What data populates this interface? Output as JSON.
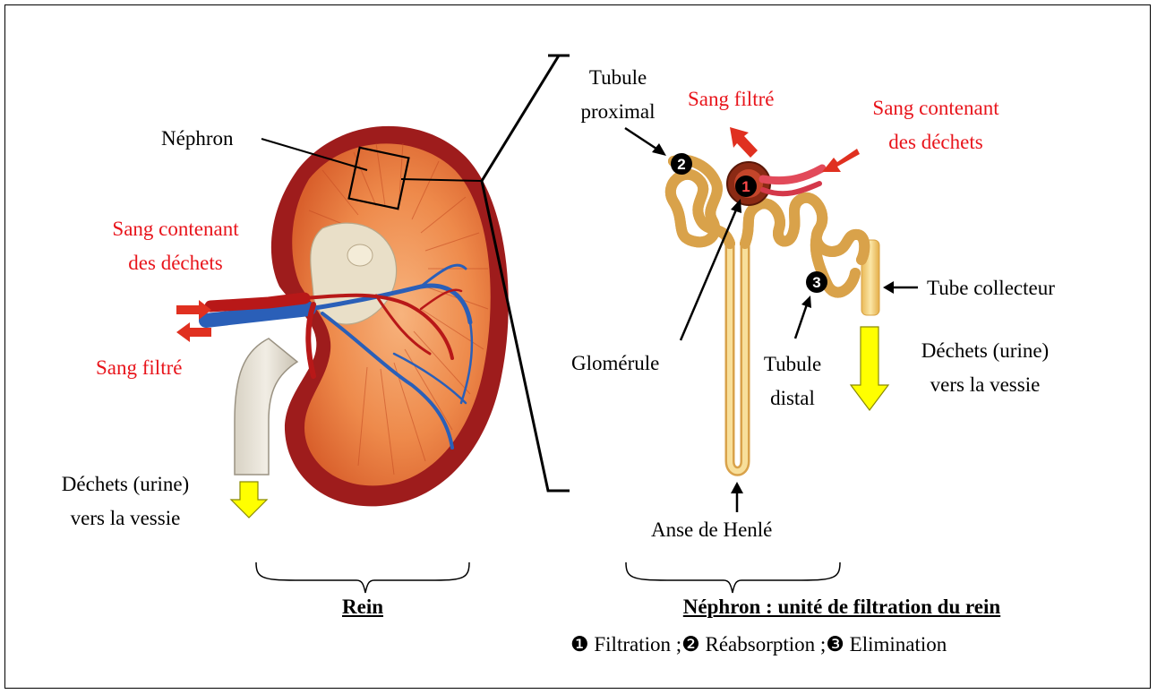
{
  "kidney": {
    "nephron_label": "Néphron",
    "blood_in_l1": "Sang contenant",
    "blood_in_l2": "des déchets",
    "blood_out": "Sang filtré",
    "urine_l1": "Déchets (urine)",
    "urine_l2": "vers la vessie",
    "caption": "Rein"
  },
  "nephron": {
    "proximal_l1": "Tubule",
    "proximal_l2": "proximal",
    "blood_out": "Sang filtré",
    "blood_in_l1": "Sang contenant",
    "blood_in_l2": "des déchets",
    "collecting_tube": "Tube collecteur",
    "glomerulus": "Glomérule",
    "distal_l1": "Tubule",
    "distal_l2": "distal",
    "urine_l1": "Déchets (urine)",
    "urine_l2": "vers la vessie",
    "loop": "Anse de Henlé",
    "caption": "Néphron : unité de filtration du rein",
    "steps": [
      {
        "num": "❶",
        "text": "Filtration ;"
      },
      {
        "num": "❷",
        "text": "Réabsorption ;"
      },
      {
        "num": "❸",
        "text": "Elimination"
      }
    ],
    "markers": [
      "1",
      "2",
      "3"
    ]
  },
  "colors": {
    "red_text": "#e8141b",
    "arrow_yellow": "#ffff00",
    "kidney_cortex": "#f08a4a",
    "kidney_capsule": "#a01818",
    "tubule": "#f6d27a"
  }
}
